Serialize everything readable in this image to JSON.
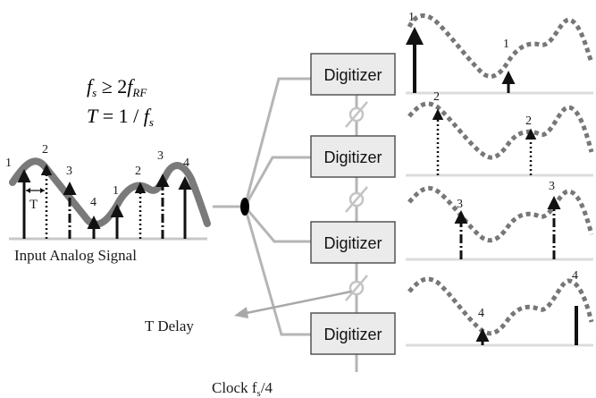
{
  "equations": {
    "eq1": {
      "f": "f",
      "s": "s",
      "rel": " ≥ 2",
      "rf_sub": "RF"
    },
    "eq2": {
      "T": "T",
      "rest": " = 1 / ",
      "f": "f",
      "s": "s"
    }
  },
  "input_signal": {
    "label": "Input Analog Signal",
    "period_label": "T",
    "sample_labels": [
      "1",
      "2",
      "3",
      "4",
      "1",
      "2",
      "3",
      "4"
    ]
  },
  "digitizers": [
    {
      "label": "Digitizer",
      "sample_label": "1"
    },
    {
      "label": "Digitizer",
      "sample_label": "2"
    },
    {
      "label": "Digitizer",
      "sample_label": "3"
    },
    {
      "label": "Digitizer",
      "sample_label": "4"
    }
  ],
  "delay_label": "T Delay",
  "clock": {
    "prefix": "Clock f",
    "sub": "s",
    "suffix": "/4"
  },
  "colors": {
    "wire": "#b5b5b5",
    "curve": "#7f7f7f",
    "dark": "#111111",
    "box_fill": "#ebebeb",
    "delay_icon": "#c4c4c4",
    "splitter": "#000000"
  }
}
